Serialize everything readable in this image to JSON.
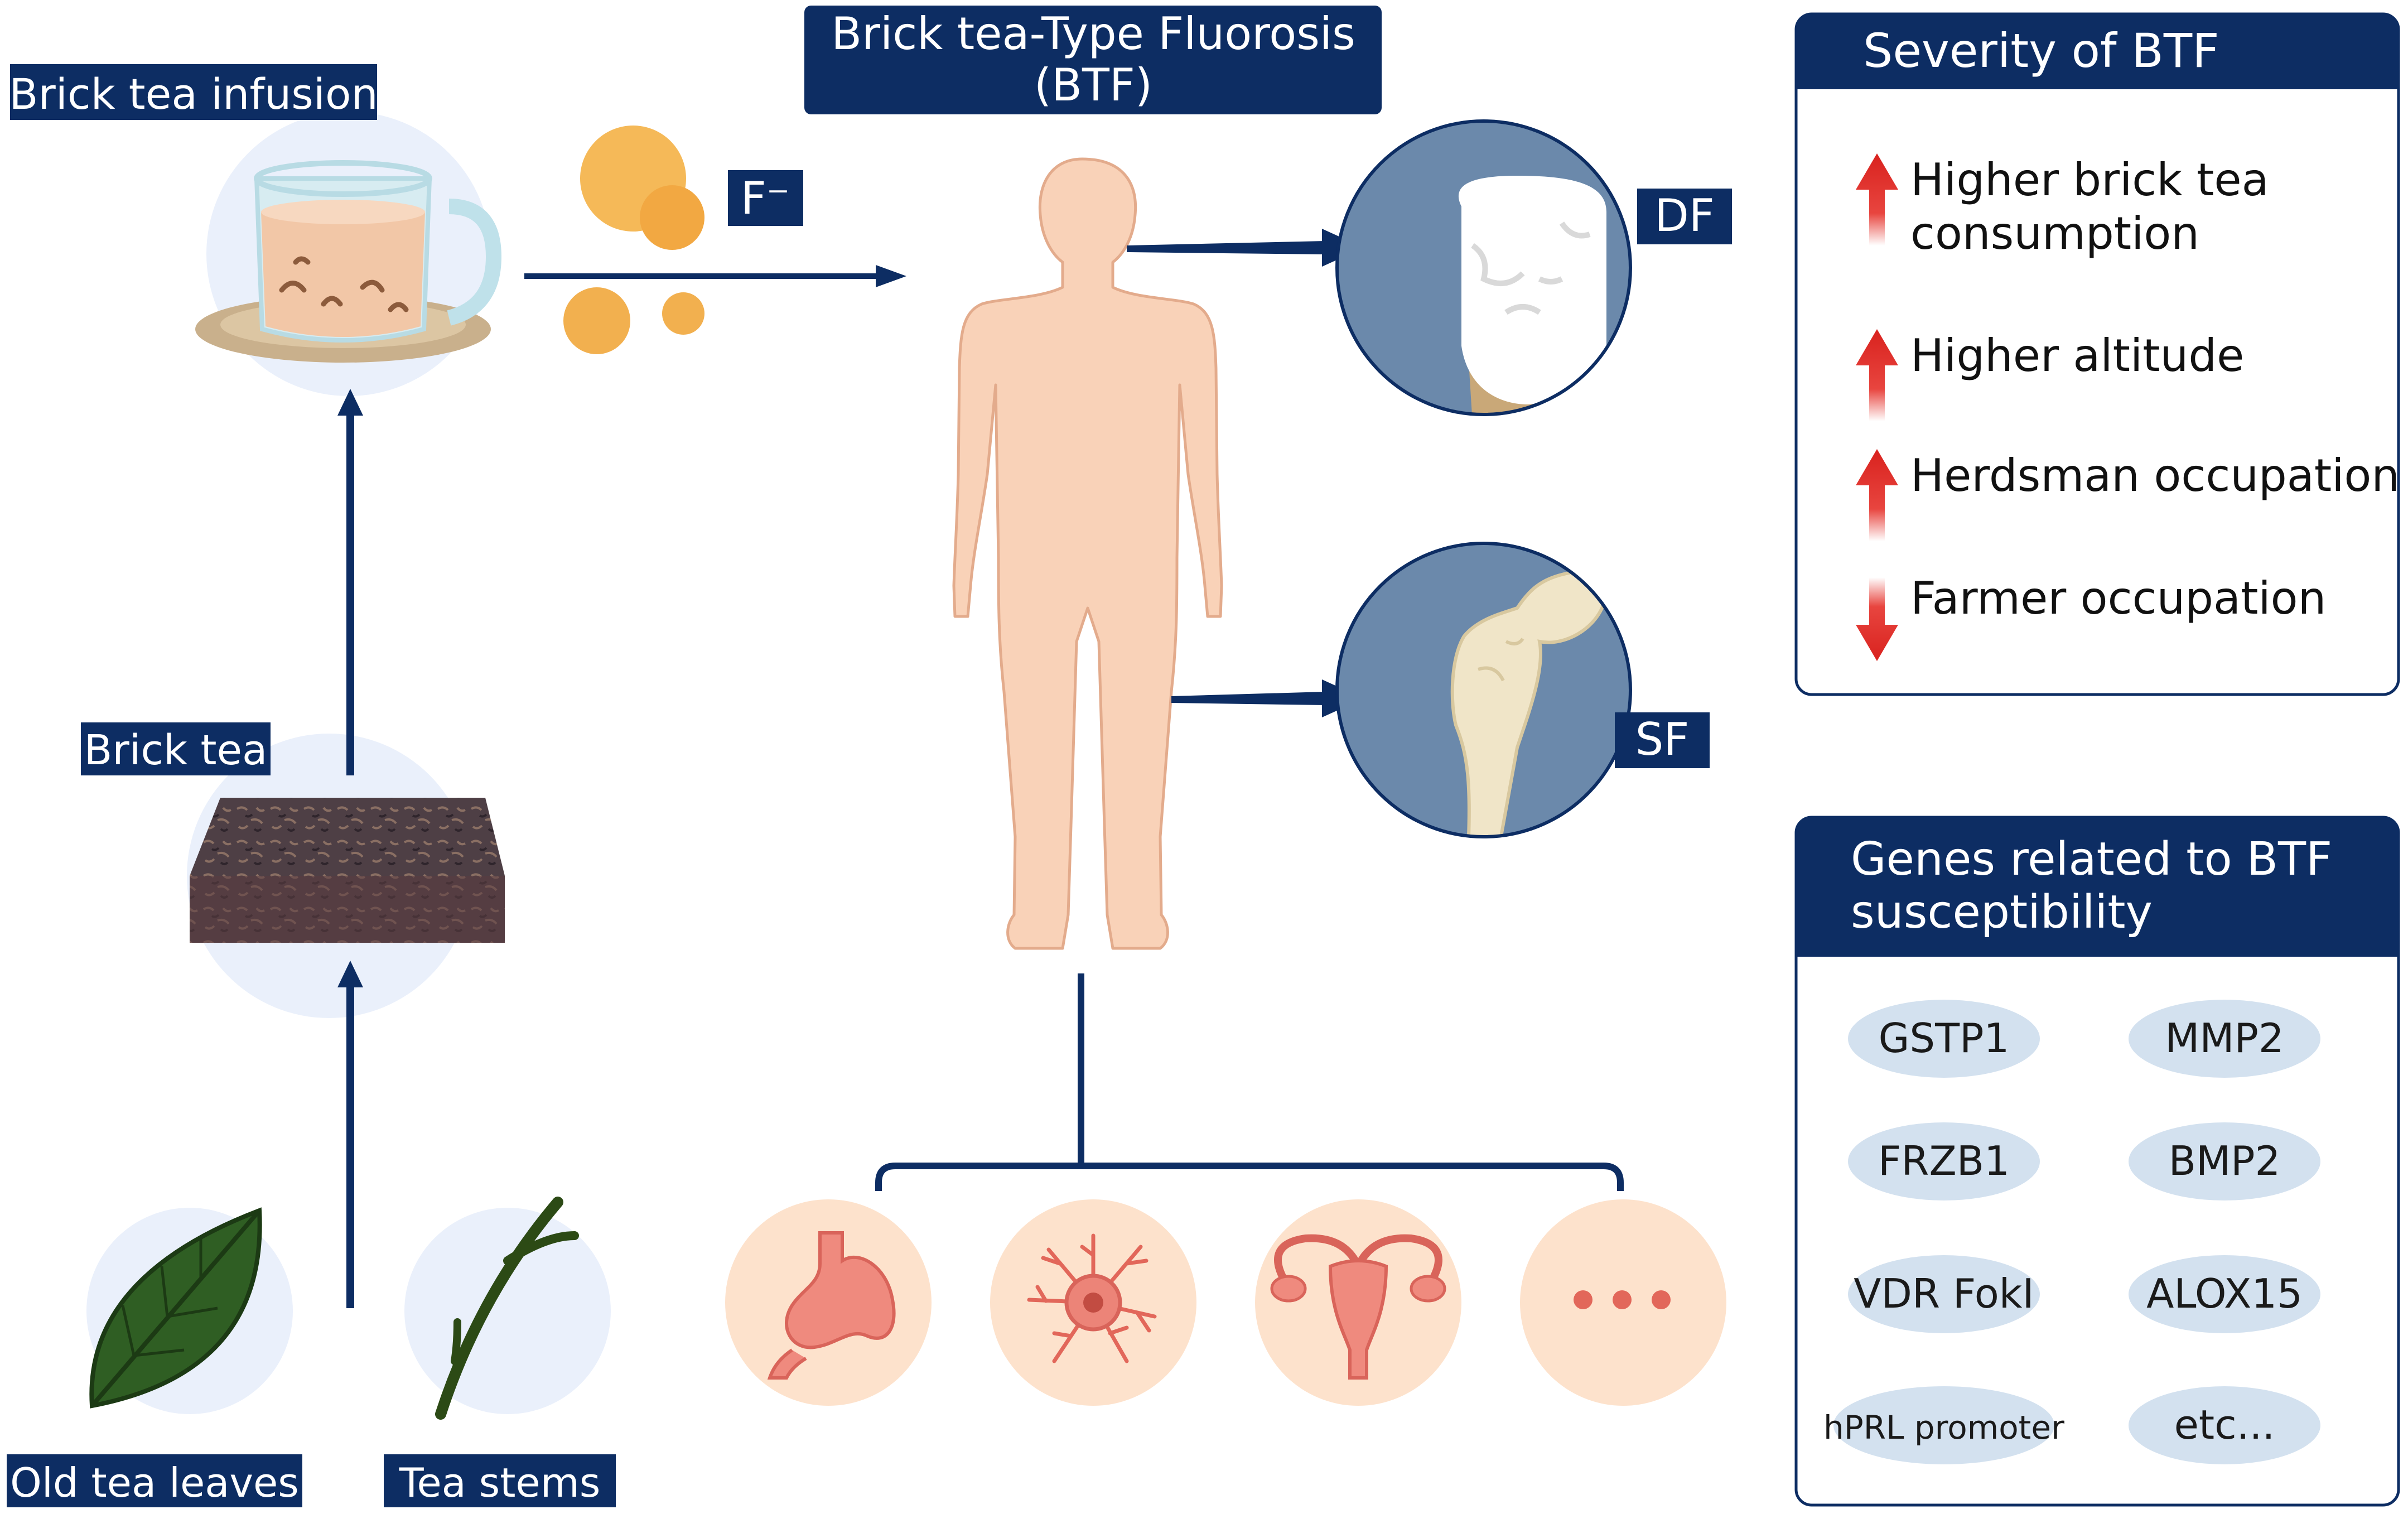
{
  "colors": {
    "navy": "#0d2d63",
    "red": "#d9221e",
    "skin": "#f9d2b8",
    "skin_stroke": "#e3ab8c",
    "circle_light": "#eaf0fb",
    "organ_bg": "#fde2cc",
    "organ": "#ef8a7e",
    "circle_blue": "#6b89ab",
    "gene_pill": "#d3e1ef",
    "bone": "#f0e5c8"
  },
  "labels": {
    "infusion": "Brick tea infusion",
    "brick_tea": "Brick tea",
    "old_leaves": "Old tea leaves",
    "stems": "Tea stems",
    "fluoride": "F⁻",
    "title_line1": "Brick tea-Type Fluorosis",
    "title_line2": "(BTF)",
    "df": "DF",
    "sf": "SF"
  },
  "severity": {
    "title": "Severity of BTF",
    "items": [
      {
        "lines": [
          "Higher brick tea",
          "consumption"
        ],
        "direction": "up"
      },
      {
        "lines": [
          "Higher altitude"
        ],
        "direction": "up"
      },
      {
        "lines": [
          "Herdsman occupation"
        ],
        "direction": "up"
      },
      {
        "lines": [
          "Farmer occupation"
        ],
        "direction": "down"
      }
    ]
  },
  "genes": {
    "title_line1": "Genes related to BTF",
    "title_line2": "susceptibility",
    "items": [
      "GSTP1",
      "MMP2",
      "FRZB1",
      "BMP2",
      "VDR FokI",
      "ALOX15",
      "hPRL promoter",
      "etc..."
    ]
  },
  "organs": [
    "stomach-icon",
    "neuron-icon",
    "uterus-icon",
    "ellipsis-icon"
  ]
}
